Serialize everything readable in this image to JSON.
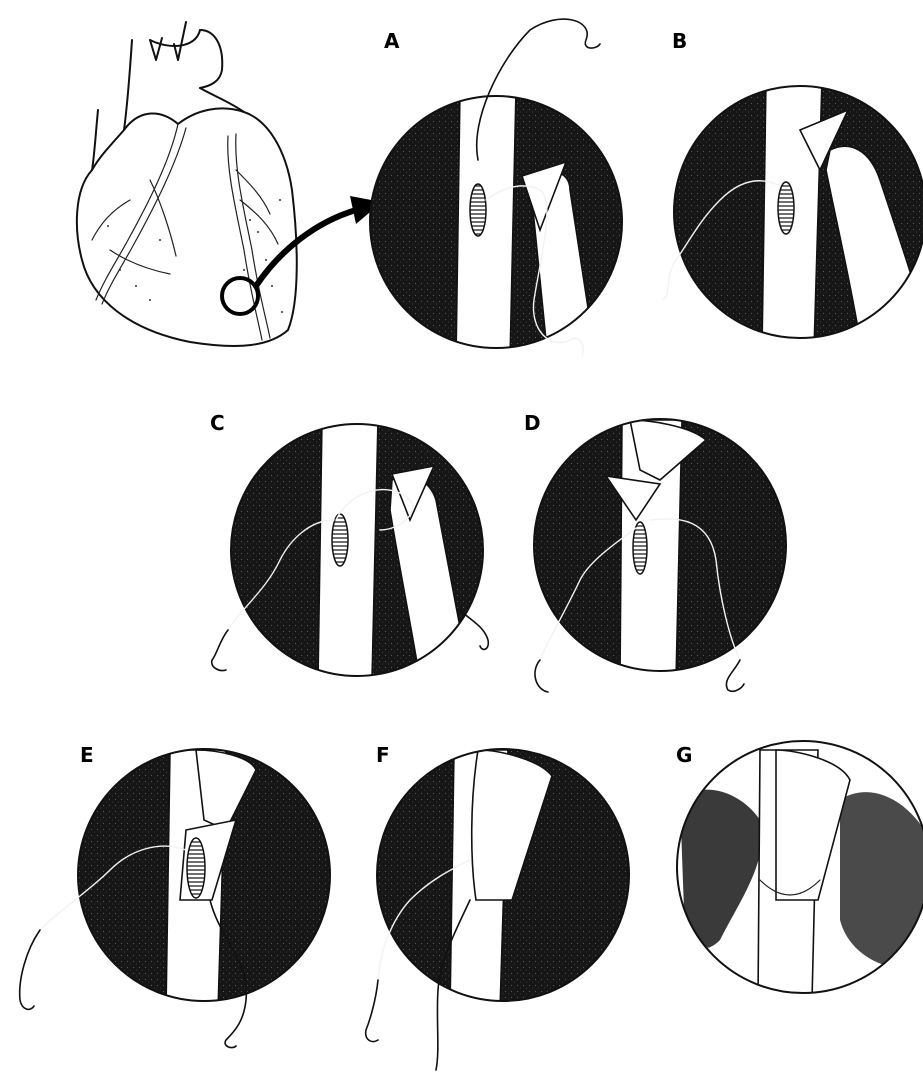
{
  "figure": {
    "panels": [
      {
        "id": "A",
        "label": "A"
      },
      {
        "id": "B",
        "label": "B"
      },
      {
        "id": "C",
        "label": "C"
      },
      {
        "id": "D",
        "label": "D"
      },
      {
        "id": "E",
        "label": "E"
      },
      {
        "id": "F",
        "label": "F"
      },
      {
        "id": "G",
        "label": "G"
      }
    ]
  },
  "colors": {
    "ink": "#111111",
    "paper": "#ffffff",
    "shade": "#141414"
  }
}
